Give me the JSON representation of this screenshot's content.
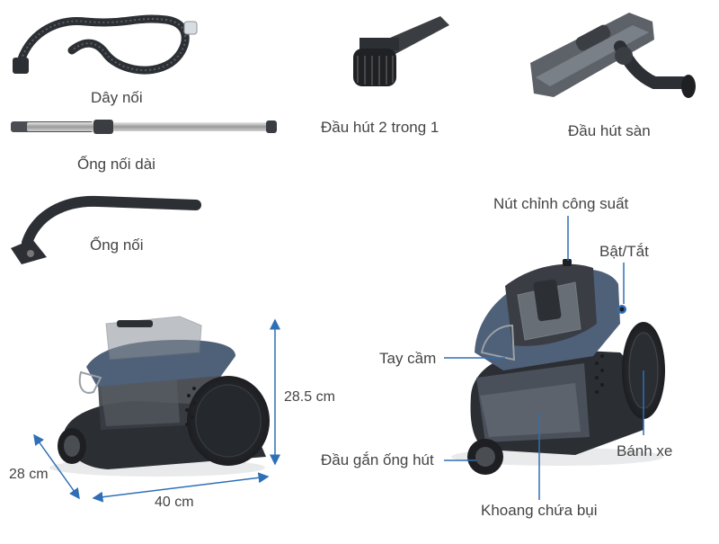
{
  "accessories": {
    "hose": "Dây nối",
    "brush_2in1": "Đầu hút 2 trong 1",
    "floor_head": "Đầu hút sàn",
    "long_tube": "Ống nối dài",
    "connector_tube": "Ống nối"
  },
  "dimensions": {
    "height": "28.5 cm",
    "depth": "28 cm",
    "width": "40 cm"
  },
  "parts": {
    "power_control": "Nút chỉnh công suất",
    "on_off": "Bật/Tắt",
    "handle": "Tay cầm",
    "hose_inlet": "Đầu gắn ống hút",
    "wheel": "Bánh xe",
    "dust_chamber": "Khoang chứa bụi"
  },
  "colors": {
    "body_dark": "#2b2e33",
    "panel_blue": "#4f6079",
    "accent_line": "#2f6fb5",
    "label_text": "#444444"
  }
}
